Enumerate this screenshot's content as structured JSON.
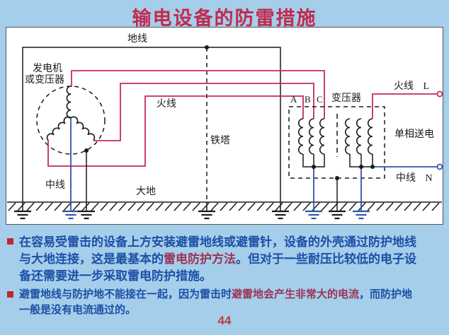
{
  "title": "输电设备的防雷措施",
  "colors": {
    "background": "#A5CEEA",
    "title-red": "#C12A4F",
    "text-blue": "#1C4FA6",
    "emphasis-red": "#9B3355",
    "wire-red": "#C72B55",
    "wire-blue": "#2E55A5",
    "wire-black": "#1A1A1A",
    "page-red": "#C03A42"
  },
  "diagram": {
    "labels": {
      "ground_wire": "地线",
      "generator_line1": "发电机",
      "generator_line2": "或变压器",
      "live_wire": "火线",
      "tower": "铁塔",
      "neutral_wire": "中线",
      "earth": "大地",
      "phase_a": "A",
      "phase_b": "B",
      "phase_c": "C",
      "transformer": "变压器",
      "live_terminal": "火线 L",
      "single_phase_output": "单相送电",
      "neutral_terminal": "中线 N"
    }
  },
  "notes": {
    "bullets": [
      {
        "lines": [
          {
            "segments": [
              {
                "text": "在容易受雷击的设备上方安装避雷地线或避雷针，设备的外壳通过防护地线",
                "emphasis": false
              }
            ]
          },
          {
            "segments": [
              {
                "text": "与大地连接，这是最基本的",
                "emphasis": false
              },
              {
                "text": "雷电防护方法",
                "emphasis": true
              },
              {
                "text": "。但对于一些耐压比较低的电子设",
                "emphasis": false
              }
            ]
          },
          {
            "segments": [
              {
                "text": "备还需要进一步采取雷电防护措施。",
                "emphasis": false
              }
            ]
          }
        ]
      },
      {
        "lines": [
          {
            "segments": [
              {
                "text": "避雷地线与防护地不能接在一起，因为雷击时",
                "emphasis": false
              },
              {
                "text": "避雷地会产生非常大的电流",
                "emphasis": true
              },
              {
                "text": "，而防护地",
                "emphasis": false
              }
            ]
          },
          {
            "segments": [
              {
                "text": "一般是没有电流通过的。",
                "emphasis": false
              }
            ]
          }
        ]
      }
    ]
  },
  "page_number": "44"
}
